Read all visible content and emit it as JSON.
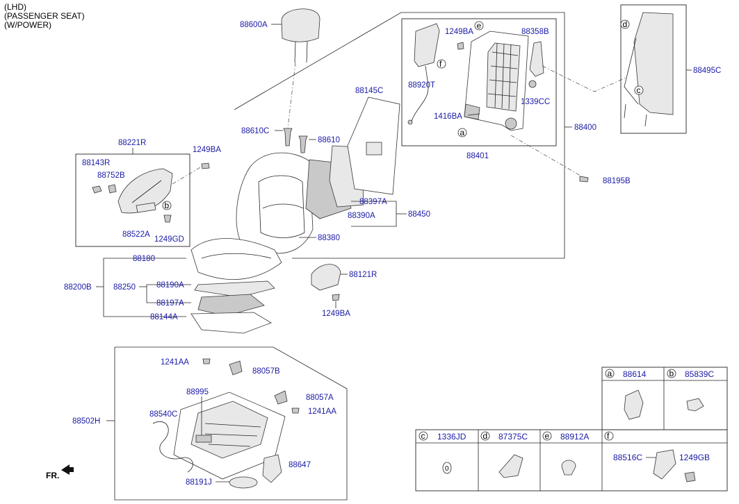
{
  "header": {
    "line1": "(LHD)",
    "line2": "(PASSENGER SEAT)",
    "line3": "(W/POWER)"
  },
  "labels": {
    "l88600A": "88600A",
    "l88610C": "88610C",
    "l88610": "88610",
    "l88145C": "88145C",
    "l88397A": "88397A",
    "l88390A": "88390A",
    "l88450": "88450",
    "l88380": "88380",
    "l88400": "88400",
    "l88401": "88401",
    "l1249BA_top": "1249BA",
    "l88358B": "88358B",
    "l88920T": "88920T",
    "l1339CC": "1339CC",
    "l1416BA": "1416BA",
    "l88495C": "88495C",
    "l88195B": "88195B",
    "l88221R": "88221R",
    "l1249BA_side": "1249BA",
    "l88143R": "88143R",
    "l88752B": "88752B",
    "l88522A": "88522A",
    "l1249GD": "1249GD",
    "l88180": "88180",
    "l88200B": "88200B",
    "l88250": "88250",
    "l88190A": "88190A",
    "l88197A": "88197A",
    "l88144A": "88144A",
    "l88121R": "88121R",
    "l1249BA_low": "1249BA",
    "l1241AA_a": "1241AA",
    "l88057B": "88057B",
    "l88995": "88995",
    "l88057A": "88057A",
    "l1241AA_b": "1241AA",
    "l88540C": "88540C",
    "l88502H": "88502H",
    "l88647": "88647",
    "l88191J": "88191J",
    "fr": "FR."
  },
  "callouts": {
    "a": "a",
    "b": "b",
    "c": "c",
    "d": "d",
    "e": "e",
    "f": "f"
  },
  "legend": {
    "a": {
      "letter": "a",
      "part": "88614"
    },
    "b": {
      "letter": "b",
      "part": "85839C"
    },
    "c": {
      "letter": "c",
      "part": "1336JD",
      "glyph": "0"
    },
    "d": {
      "letter": "d",
      "part": "87375C"
    },
    "e": {
      "letter": "e",
      "part": "88912A"
    },
    "f": {
      "letter": "f",
      "part1": "88516C",
      "part2": "1249GB"
    }
  }
}
